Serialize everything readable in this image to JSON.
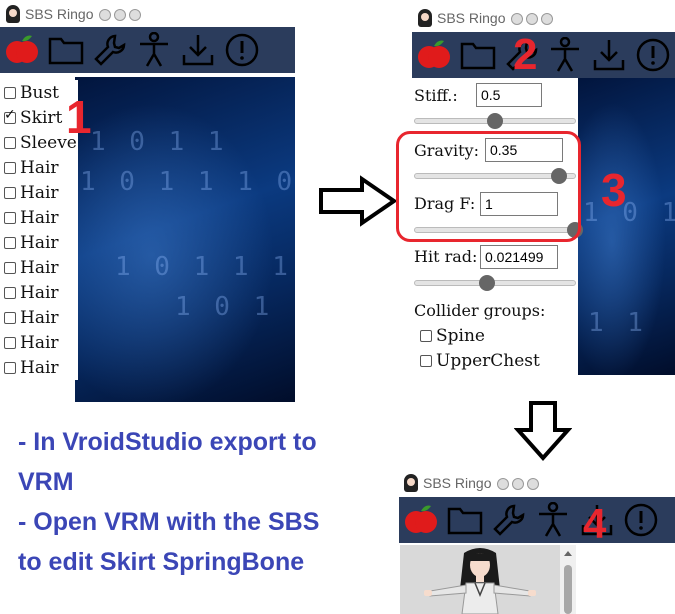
{
  "app": {
    "title": "SBS Ringo"
  },
  "toolbar": {
    "icons": [
      "apple-icon",
      "folder-icon",
      "wrench-icon",
      "person-icon",
      "download-icon",
      "alert-icon"
    ]
  },
  "bone_list": {
    "items": [
      {
        "label": "Bust",
        "checked": false
      },
      {
        "label": "Skirt",
        "checked": true
      },
      {
        "label": "Sleeve",
        "checked": false
      },
      {
        "label": "Hair",
        "checked": false
      },
      {
        "label": "Hair",
        "checked": false
      },
      {
        "label": "Hair",
        "checked": false
      },
      {
        "label": "Hair",
        "checked": false
      },
      {
        "label": "Hair",
        "checked": false
      },
      {
        "label": "Hair",
        "checked": false
      },
      {
        "label": "Hair",
        "checked": false
      },
      {
        "label": "Hair",
        "checked": false
      },
      {
        "label": "Hair",
        "checked": false
      }
    ]
  },
  "settings": {
    "stiff": {
      "label": "Stiff.:",
      "value": "0.5",
      "slider": 0.5
    },
    "gravity": {
      "label": "Gravity:",
      "value": "0.35",
      "slider": 0.9
    },
    "drag": {
      "label": "Drag F:",
      "value": "1",
      "slider": 1.0
    },
    "hit_rad": {
      "label": "Hit rad:",
      "value": "0.021499",
      "slider": 0.45
    },
    "collider_groups": {
      "label": "Collider groups:",
      "items": [
        {
          "label": "Spine",
          "checked": false
        },
        {
          "label": "UpperChest",
          "checked": false
        }
      ]
    }
  },
  "steps": {
    "s1": "1",
    "s2": "2",
    "s3": "3",
    "s4": "4"
  },
  "caption": {
    "line1": "- In VroidStudio  export to",
    "line2": "VRM",
    "line3": "- Open VRM with the SBS",
    "line4": "to edit Skirt SpringBone"
  },
  "colors": {
    "toolbar_bg": "#2b3c5c",
    "accent_red": "#e8262e",
    "caption_blue": "#3b46b6"
  }
}
